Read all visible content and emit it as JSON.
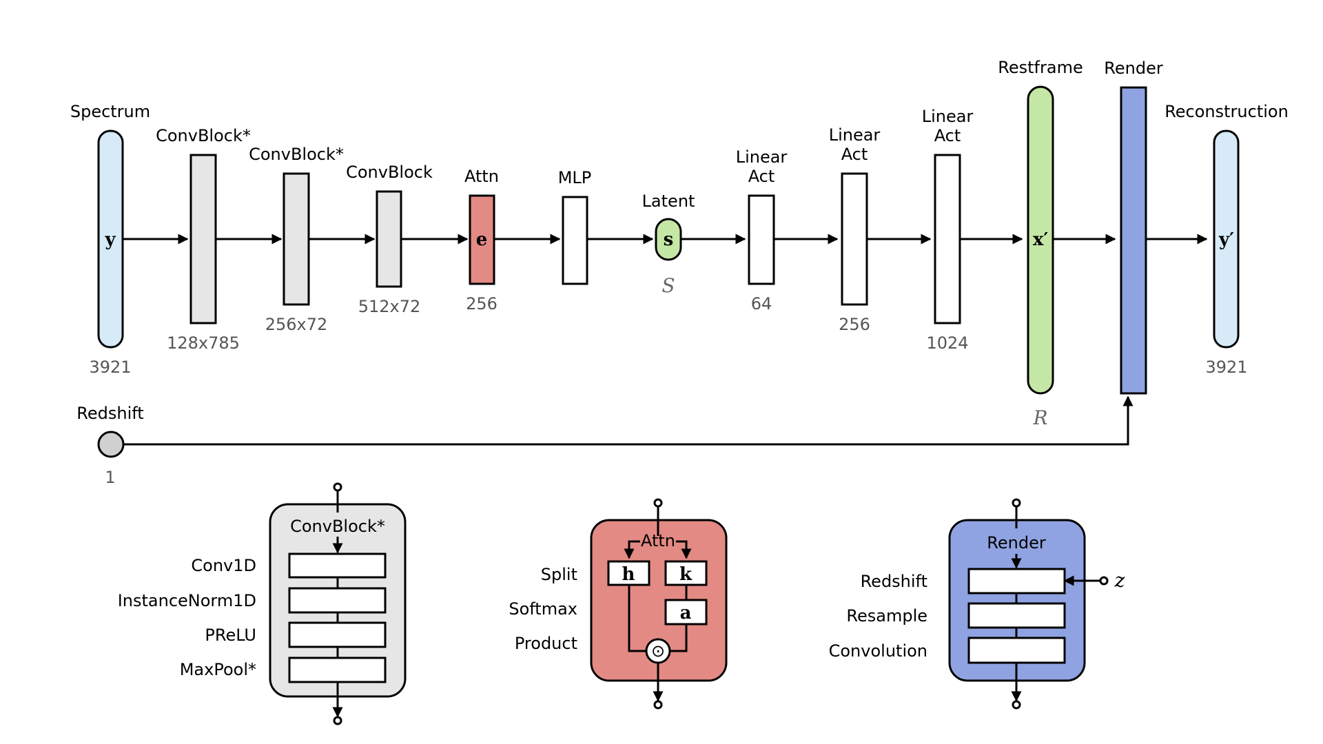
{
  "colors": {
    "spectrum": "#d6eaf8",
    "conv": "#e6e6e6",
    "attn": "#e38a84",
    "restframe": "#c5e7a6",
    "render": "#8fa3e2",
    "latent": "#c5e7a6",
    "redshift": "#d0d0d0",
    "white": "#ffffff",
    "dim_text": "#555555"
  },
  "pipeline": {
    "spectrum": {
      "label": "Spectrum",
      "symbol": "y",
      "size": "3921"
    },
    "conv1": {
      "label": "ConvBlock*",
      "size": "128x785"
    },
    "conv2": {
      "label": "ConvBlock*",
      "size": "256x72"
    },
    "conv3": {
      "label": "ConvBlock",
      "size": "512x72"
    },
    "attn": {
      "label": "Attn",
      "symbol": "e",
      "size": "256"
    },
    "mlp": {
      "label": "MLP"
    },
    "latent": {
      "label": "Latent",
      "symbol": "s",
      "math": "S"
    },
    "lin1": {
      "label_line1": "Linear",
      "label_line2": "Act",
      "size": "64"
    },
    "lin2": {
      "label_line1": "Linear",
      "label_line2": "Act",
      "size": "256"
    },
    "lin3": {
      "label_line1": "Linear",
      "label_line2": "Act",
      "size": "1024"
    },
    "restframe": {
      "label": "Restframe",
      "symbol": "x′",
      "math": "R"
    },
    "render": {
      "label": "Render"
    },
    "reconstruction": {
      "label": "Reconstruction",
      "symbol": "y′",
      "size": "3921"
    },
    "redshift": {
      "label": "Redshift",
      "size": "1"
    }
  },
  "detail_convblock": {
    "title": "ConvBlock*",
    "layers": [
      "Conv1D",
      "InstanceNorm1D",
      "PReLU",
      "MaxPool*"
    ]
  },
  "detail_attn": {
    "title": "Attn",
    "rows": [
      "Split",
      "Softmax",
      "Product"
    ],
    "h": "h",
    "k": "k",
    "a": "a",
    "op": "⊙"
  },
  "detail_render": {
    "title": "Render",
    "layers": [
      "Redshift",
      "Resample",
      "Convolution"
    ],
    "input": "z"
  }
}
